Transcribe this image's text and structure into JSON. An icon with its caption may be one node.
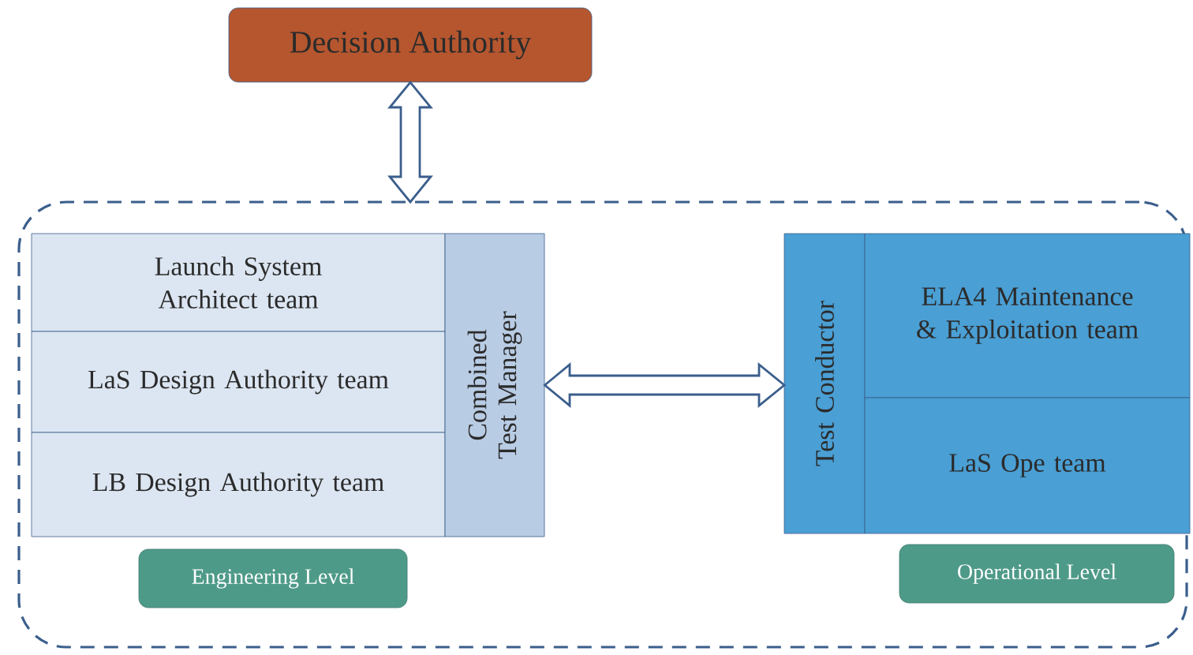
{
  "diagram": {
    "nodes": [
      {
        "text": [
          "Decision Authority"
        ]
      },
      {
        "text": [],
        "shape": "box"
      },
      {
        "text": [
          "Launch System Architect team"
        ],
        "in": 1
      },
      {
        "text": [
          "LaS Design Authority team"
        ],
        "in": 1
      },
      {
        "text": [
          "LB Design Authority team"
        ],
        "in": 1
      },
      {
        "text": [
          "Combined Test Manager"
        ],
        "in": 1
      },
      {
        "text": [
          "Test Conductor"
        ],
        "in": 1
      },
      {
        "text": [
          "ELA4 Maintenance & Exploitation team"
        ],
        "in": 1
      },
      {
        "text": [
          "LaS Ope team"
        ],
        "in": 1
      },
      {
        "text": [
          "Engineering Level"
        ],
        "in": 1
      },
      {
        "text": [
          "Operational Level"
        ],
        "in": 1
      }
    ],
    "edges": [
      {
        "from": 0,
        "to": 1,
        "arrow": "both"
      },
      {
        "from": 5,
        "to": 6,
        "arrow": "both"
      }
    ]
  }
}
